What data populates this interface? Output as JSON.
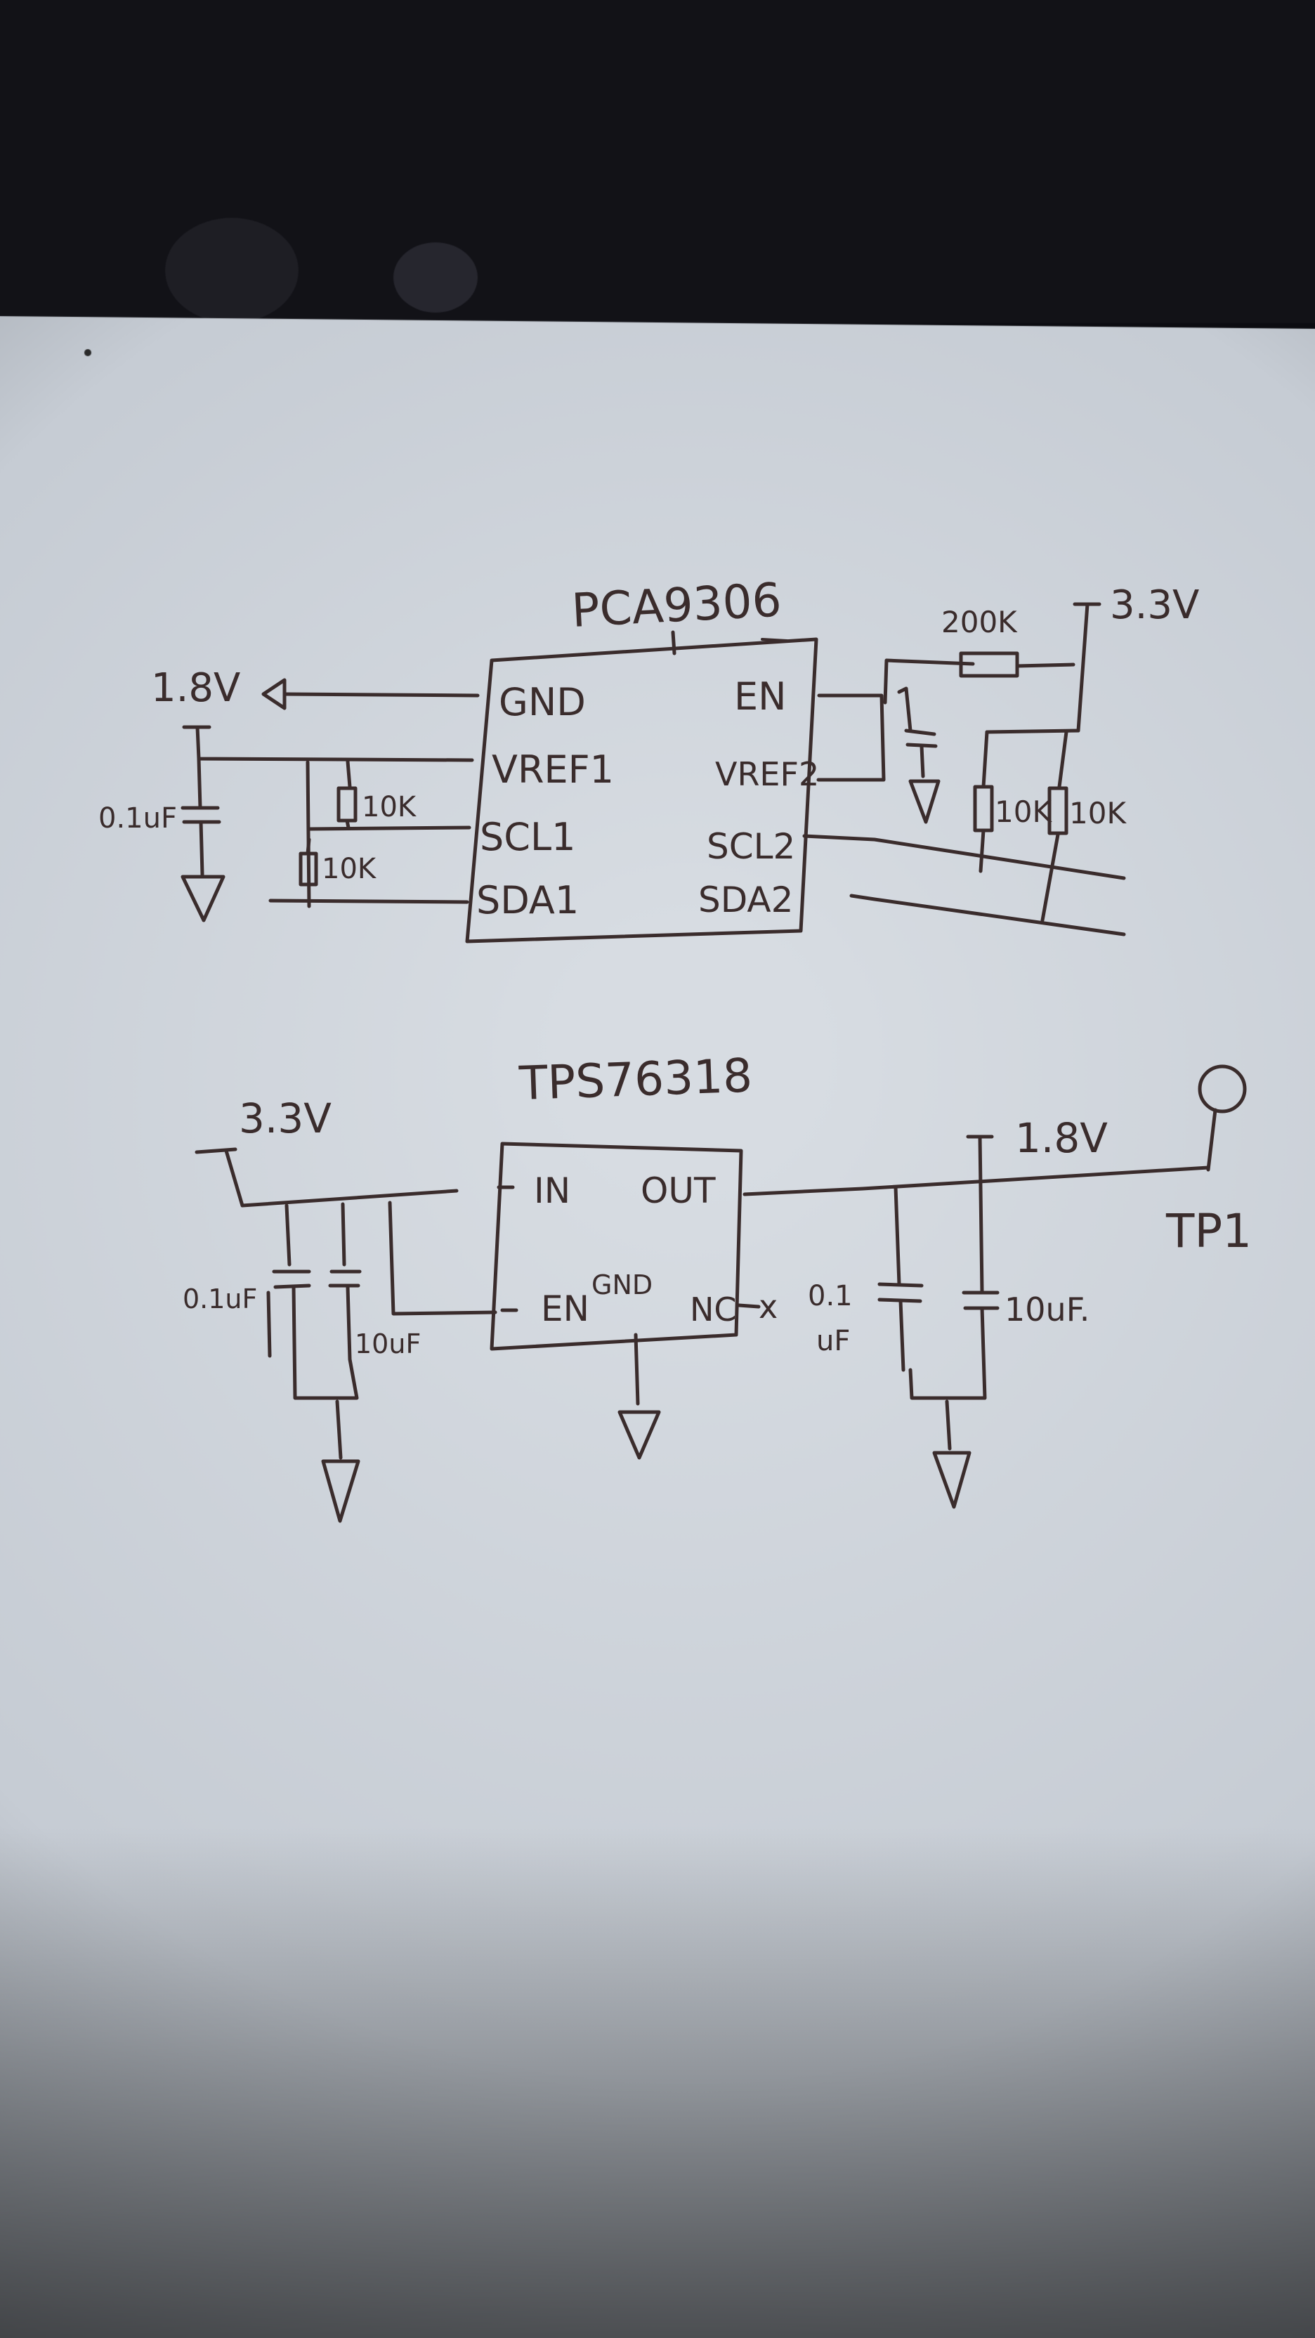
{
  "pca_circuit": {
    "part": "PCA9306",
    "pins_left": [
      "GND",
      "VREF1",
      "SCL1",
      "SDA1"
    ],
    "pins_right": [
      "EN",
      "VREF2",
      "SCL2",
      "SDA2"
    ],
    "supply_low": "1.8V",
    "supply_high": "3.3V",
    "cap_low": "0.1uF",
    "r_pullup_1": "10K",
    "r_pullup_2": "10K",
    "r_en": "200K",
    "r_pullup_3": "10K",
    "r_pullup_4": "10K"
  },
  "ldo_circuit": {
    "part": "TPS76318",
    "pin_in": "IN",
    "pin_out": "OUT",
    "pin_en": "EN",
    "pin_gnd": "GND",
    "pin_nc": "NC",
    "nc_mark": "x",
    "input_supply": "3.3V",
    "output_supply": "1.8V",
    "cap_in_small": "0.1uF",
    "cap_in_large": "10uF",
    "cap_out_small_a": "0.1",
    "cap_out_small_b": "uF",
    "cap_out_large": "10uF.",
    "test_point": "TP1"
  },
  "colors": {
    "ink": "#3a2c2c",
    "paper": "#d3d8de",
    "background": "#0c0c11"
  }
}
